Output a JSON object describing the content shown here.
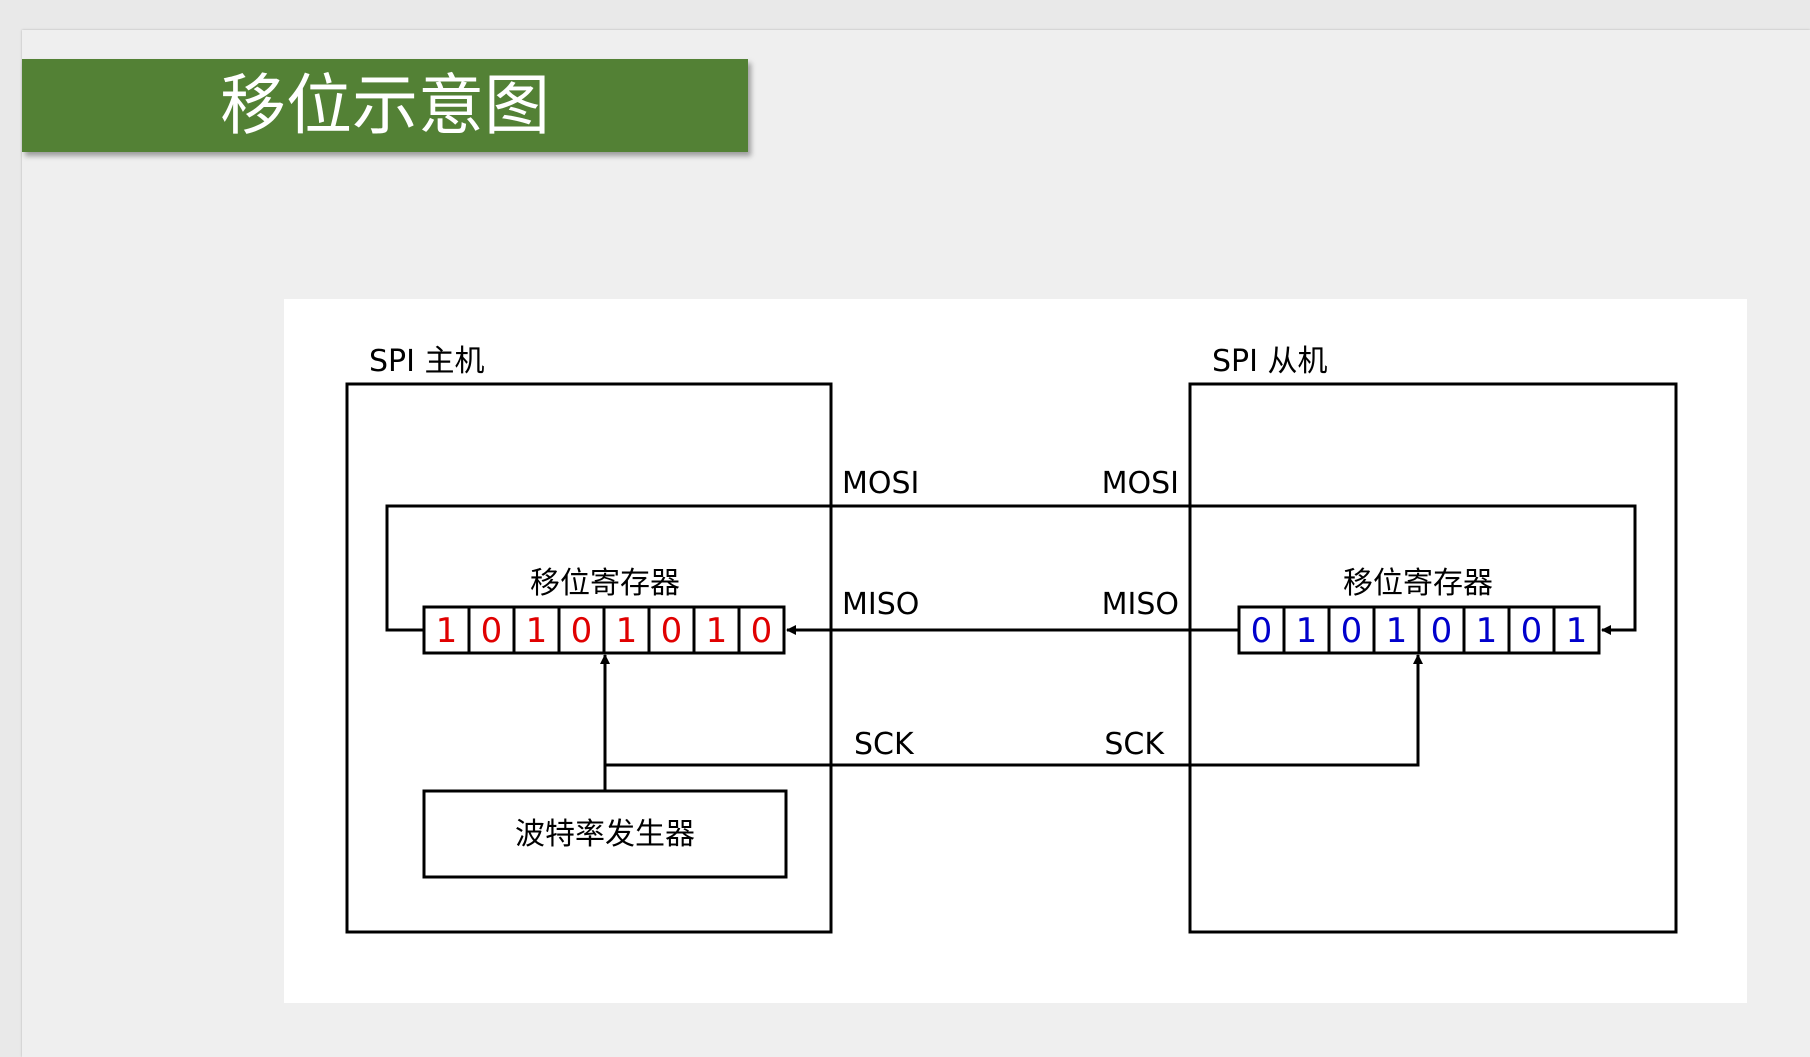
{
  "slide": {
    "title": "移位示意图"
  },
  "diagram": {
    "master": {
      "label": "SPI 主机",
      "register_label": "移位寄存器",
      "bits": [
        "1",
        "0",
        "1",
        "0",
        "1",
        "0",
        "1",
        "0"
      ],
      "bit_color": "#e00000",
      "baud_label": "波特率发生器"
    },
    "slave": {
      "label": "SPI 从机",
      "register_label": "移位寄存器",
      "bits": [
        "0",
        "1",
        "0",
        "1",
        "0",
        "1",
        "0",
        "1"
      ],
      "bit_color": "#0000cc"
    },
    "signals": {
      "mosi_master": "MOSI",
      "mosi_slave": "MOSI",
      "miso_master": "MISO",
      "miso_slave": "MISO",
      "sck_master": "SCK",
      "sck_slave": "SCK"
    },
    "colors": {
      "banner": "#538135",
      "line": "#000000"
    }
  }
}
